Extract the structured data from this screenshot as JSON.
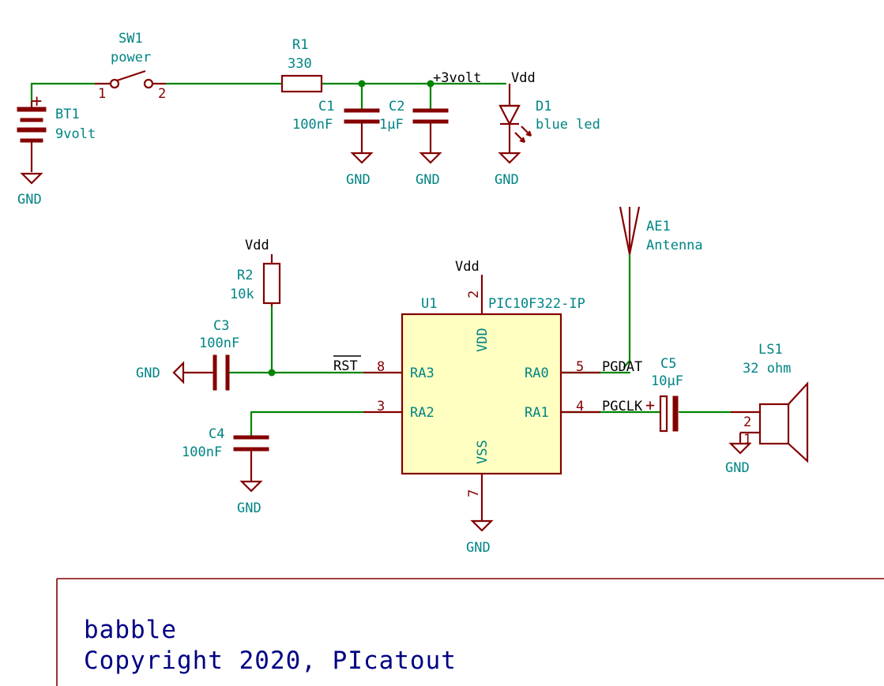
{
  "title_block": {
    "project": "babble",
    "copyright": "Copyright 2020, PIcatout"
  },
  "components": {
    "bt1": {
      "ref": "BT1",
      "value": "9volt"
    },
    "sw1": {
      "ref": "SW1",
      "value": "power",
      "pin1": "1",
      "pin2": "2"
    },
    "r1": {
      "ref": "R1",
      "value": "330"
    },
    "c1": {
      "ref": "C1",
      "value": "100nF"
    },
    "c2": {
      "ref": "C2",
      "value": "1µF"
    },
    "d1": {
      "ref": "D1",
      "value": "blue led"
    },
    "r2": {
      "ref": "R2",
      "value": "10k"
    },
    "c3": {
      "ref": "C3",
      "value": "100nF"
    },
    "c4": {
      "ref": "C4",
      "value": "100nF"
    },
    "c5": {
      "ref": "C5",
      "value": "10µF"
    },
    "u1": {
      "ref": "U1",
      "value": "PIC10F322-IP"
    },
    "ae1": {
      "ref": "AE1",
      "value": "Antenna"
    },
    "ls1": {
      "ref": "LS1",
      "value": "32 ohm",
      "pin1": "1",
      "pin2": "2"
    }
  },
  "u1_pins": {
    "vdd": {
      "name": "VDD",
      "num": "2"
    },
    "vss": {
      "name": "VSS",
      "num": "7"
    },
    "ra3": {
      "name": "RA3",
      "num": "8"
    },
    "ra2": {
      "name": "RA2",
      "num": "3"
    },
    "ra0": {
      "name": "RA0",
      "num": "5"
    },
    "ra1": {
      "name": "RA1",
      "num": "4"
    }
  },
  "nets": {
    "gnd": "GND",
    "vdd": "Vdd",
    "v3": "+3volt",
    "rst": "RST",
    "pgdat": "PGDAT",
    "pgclk": "PGCLK"
  },
  "symbols": {
    "plus": "+"
  },
  "colors": {
    "wire": "#008400",
    "component": "#840000",
    "label": "#008484",
    "net_label": "#000000",
    "ic_fill": "#FFFFC2",
    "title": "#000084"
  }
}
